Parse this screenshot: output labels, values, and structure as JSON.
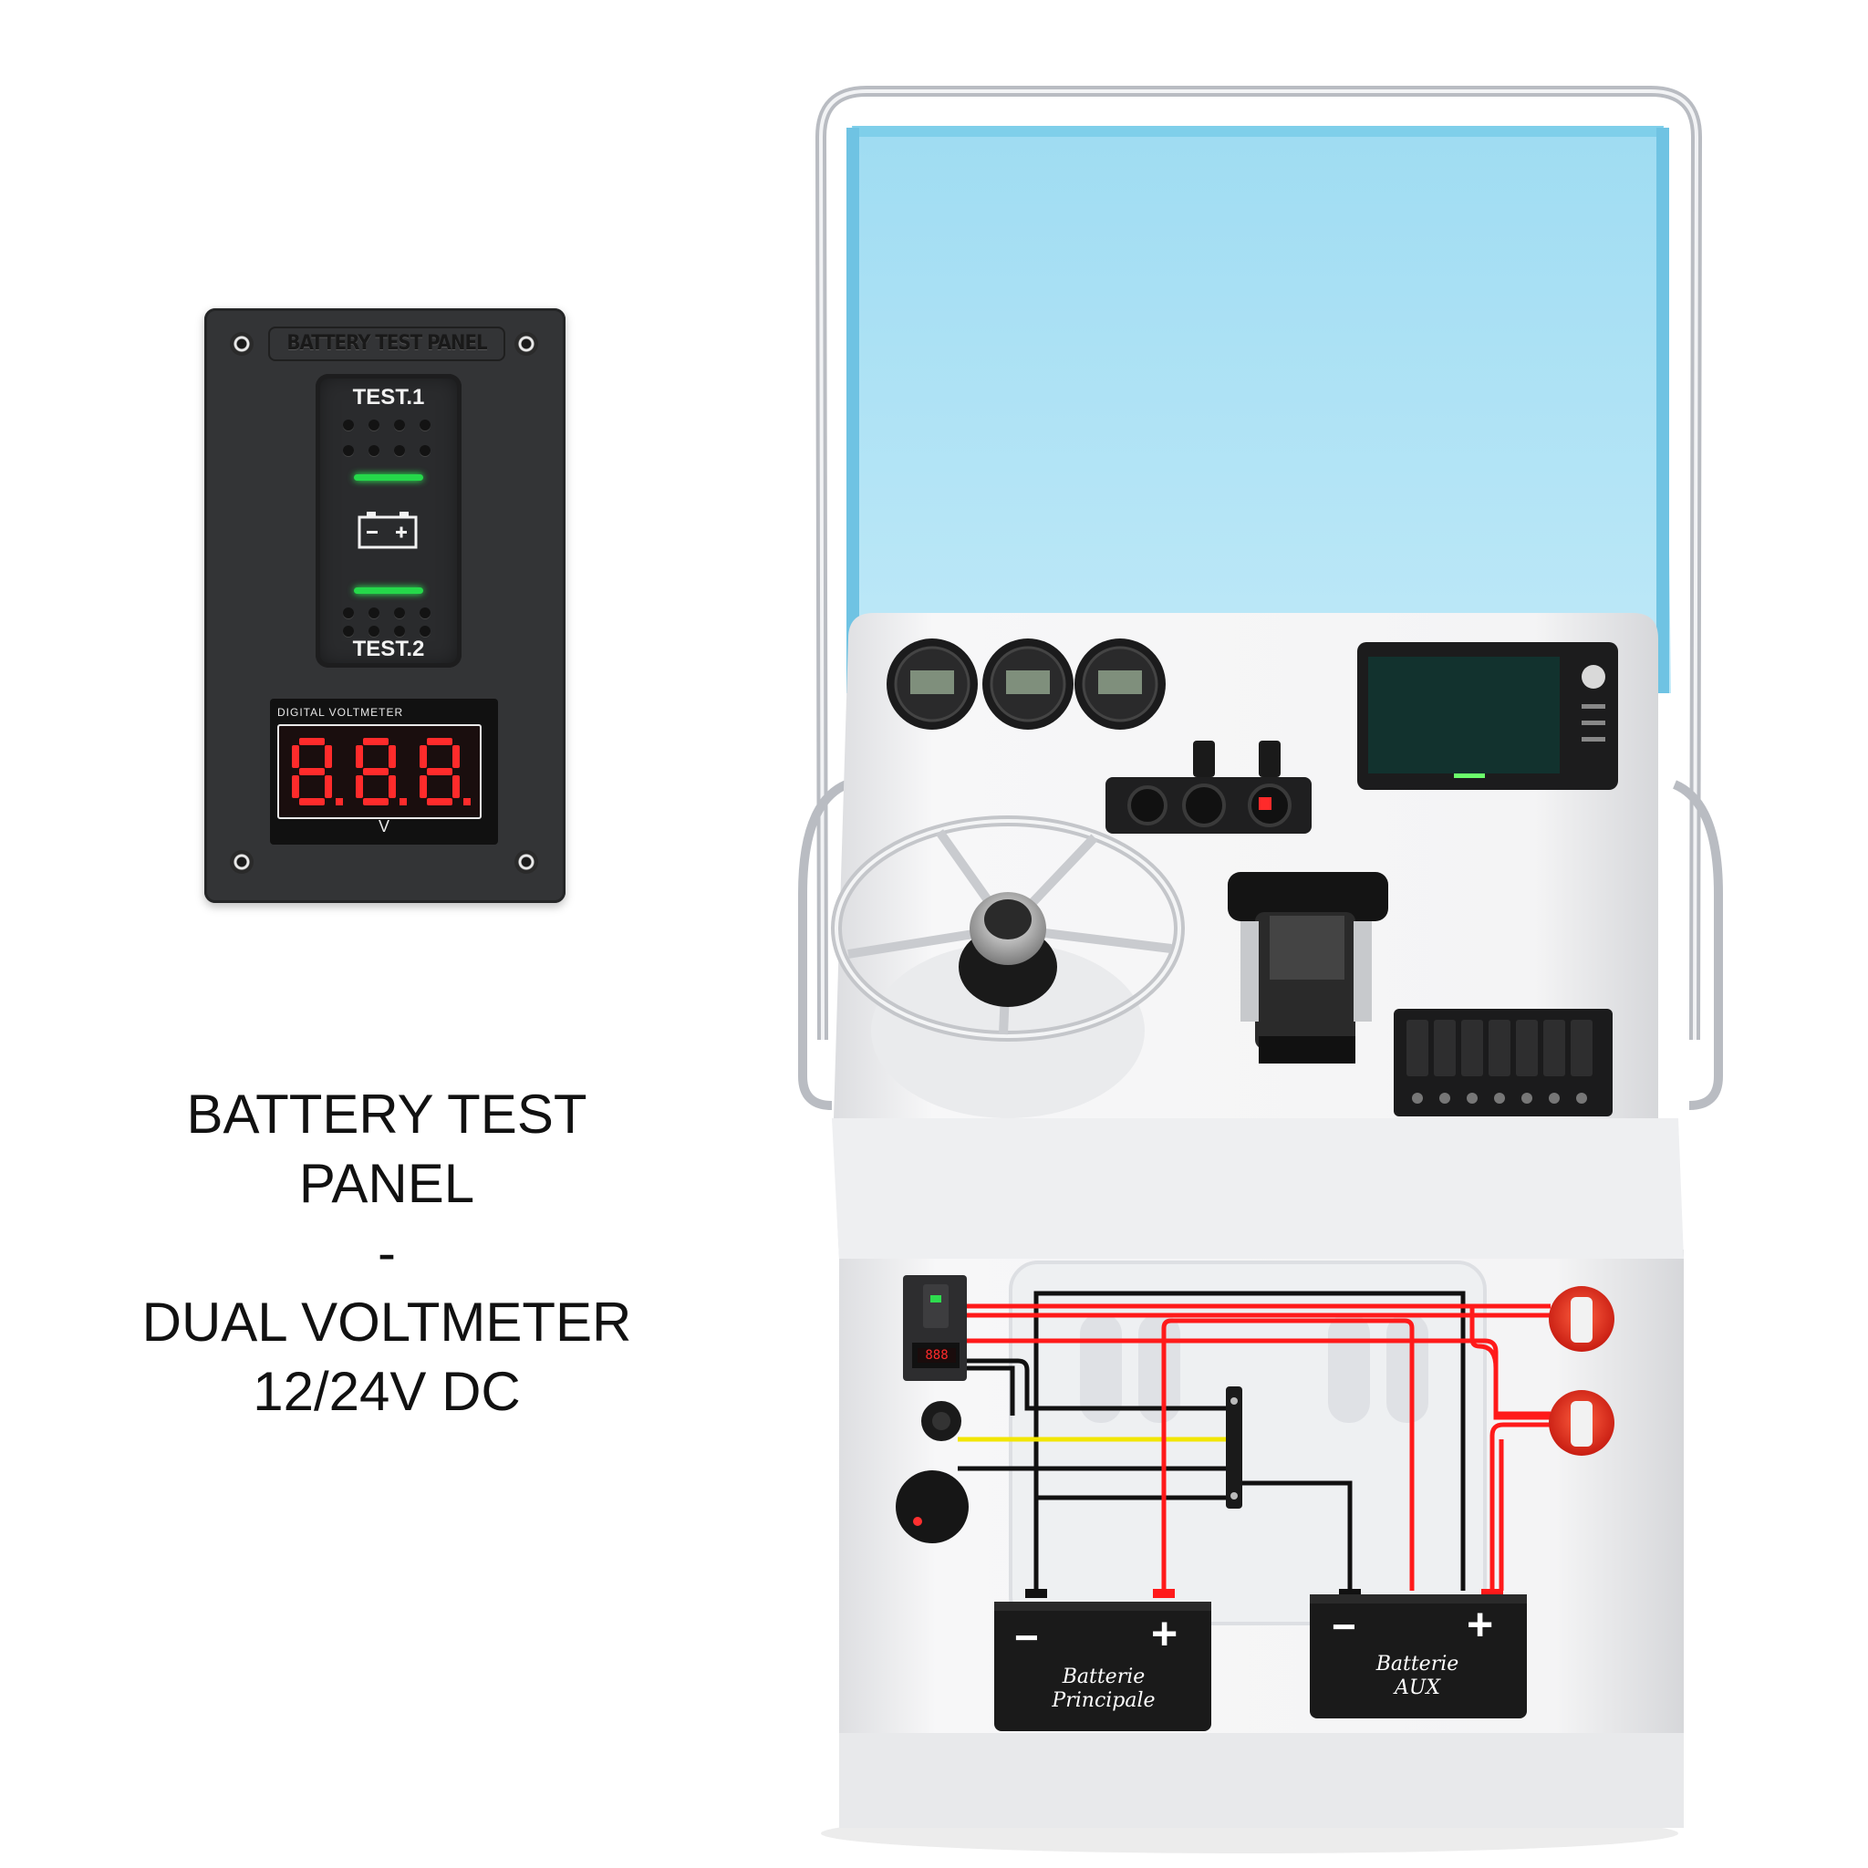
{
  "product_panel": {
    "title": "BATTERY TEST PANEL",
    "switch_top_label": "TEST.1",
    "switch_bottom_label": "TEST.2",
    "voltmeter_caption": "DIGITAL VOLTMETER",
    "voltmeter_reading": "8.8.8.",
    "voltmeter_unit": "V"
  },
  "caption": {
    "line1": "BATTERY TEST",
    "line2": "PANEL",
    "line3": "-",
    "line4": "DUAL VOLTMETER",
    "line5": "12/24V DC"
  },
  "console": {
    "mini_voltmeter_reading": "888",
    "battery_main": {
      "minus": "−",
      "plus": "+",
      "label_line1": "Batterie",
      "label_line2": "Principale"
    },
    "battery_aux": {
      "minus": "−",
      "plus": "+",
      "label_line1": "Batterie",
      "label_line2": "AUX"
    }
  },
  "colors": {
    "panel": "#333436",
    "led_green": "#25d84a",
    "segment_red": "#ff2b2b",
    "windshield": "#a9e0f4",
    "wire_red": "#ff1a1a",
    "wire_black": "#111111",
    "wire_yellow": "#f2e600",
    "battery": "#1a1a1a"
  }
}
